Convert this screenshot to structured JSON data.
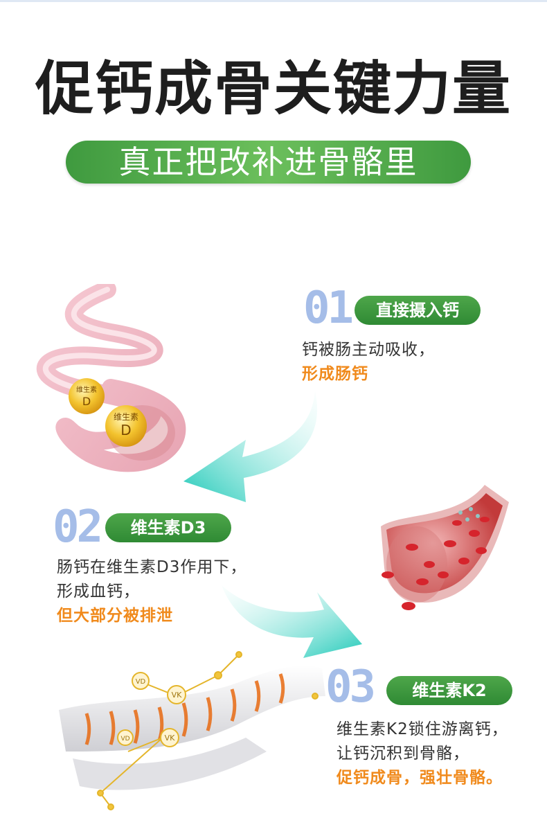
{
  "title": "促钙成骨关键力量",
  "subtitle": "真正把改补进骨骼里",
  "steps": [
    {
      "num": "01",
      "tag": "直接摄入钙",
      "line1": "钙被肠主动吸收，",
      "highlight": "形成肠钙"
    },
    {
      "num": "02",
      "tag": "维生素D3",
      "line1": "肠钙在维生素D3作用下，",
      "line2": "形成血钙，",
      "highlight": "但大部分被排泄"
    },
    {
      "num": "03",
      "tag": "维生素K2",
      "line1": "维生素K2锁住游离钙，",
      "line2": "让钙沉积到骨骼，",
      "highlight": "促钙成骨，强壮骨骼。"
    }
  ],
  "capsules": [
    {
      "top": "维生素",
      "letter": "D"
    },
    {
      "top": "维生素",
      "letter": "D"
    }
  ],
  "molecule_labels": [
    "VD",
    "VK",
    "VD",
    "VK"
  ],
  "colors": {
    "green": "#3f9a3f",
    "number": "#a5bde8",
    "highlight": "#f08a1c",
    "arrow": "#2fd0c0"
  }
}
